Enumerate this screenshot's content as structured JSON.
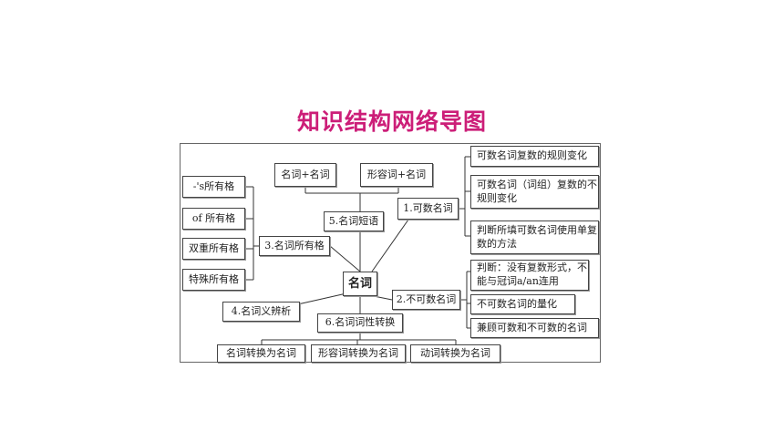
{
  "title": "知识结构网络导图",
  "center": "名词",
  "nodes": {
    "countable": "1.可数名词",
    "countable_plural_regular": "可数名词复数的规则变化",
    "countable_plural_irregular": "可数名词（词组）复数的不规则变化",
    "countable_judge": "判断所填可数名词使用单复数的方法",
    "uncountable": "2.不可数名词",
    "uncountable_judge": "判断：没有复数形式，不能与冠词a/an连用",
    "uncountable_quantity": "不可数名词的量化",
    "both_countable_uncountable": "兼顾可数和不可数的名词",
    "possessive": "3.名词所有格",
    "possessive_s": "-'s所有格",
    "possessive_of": "of 所有格",
    "possessive_double": "双重所有格",
    "possessive_special": "特殊所有格",
    "discrimination": "4.名词义辨析",
    "phrase": "5.名词短语",
    "phrase_nn": "名词+名词",
    "phrase_adjn": "形容词+名词",
    "conversion": "6.名词词性转换",
    "conversion_n": "名词转换为名词",
    "conversion_adj": "形容词转换为名词",
    "conversion_v": "动词转换为名词"
  }
}
